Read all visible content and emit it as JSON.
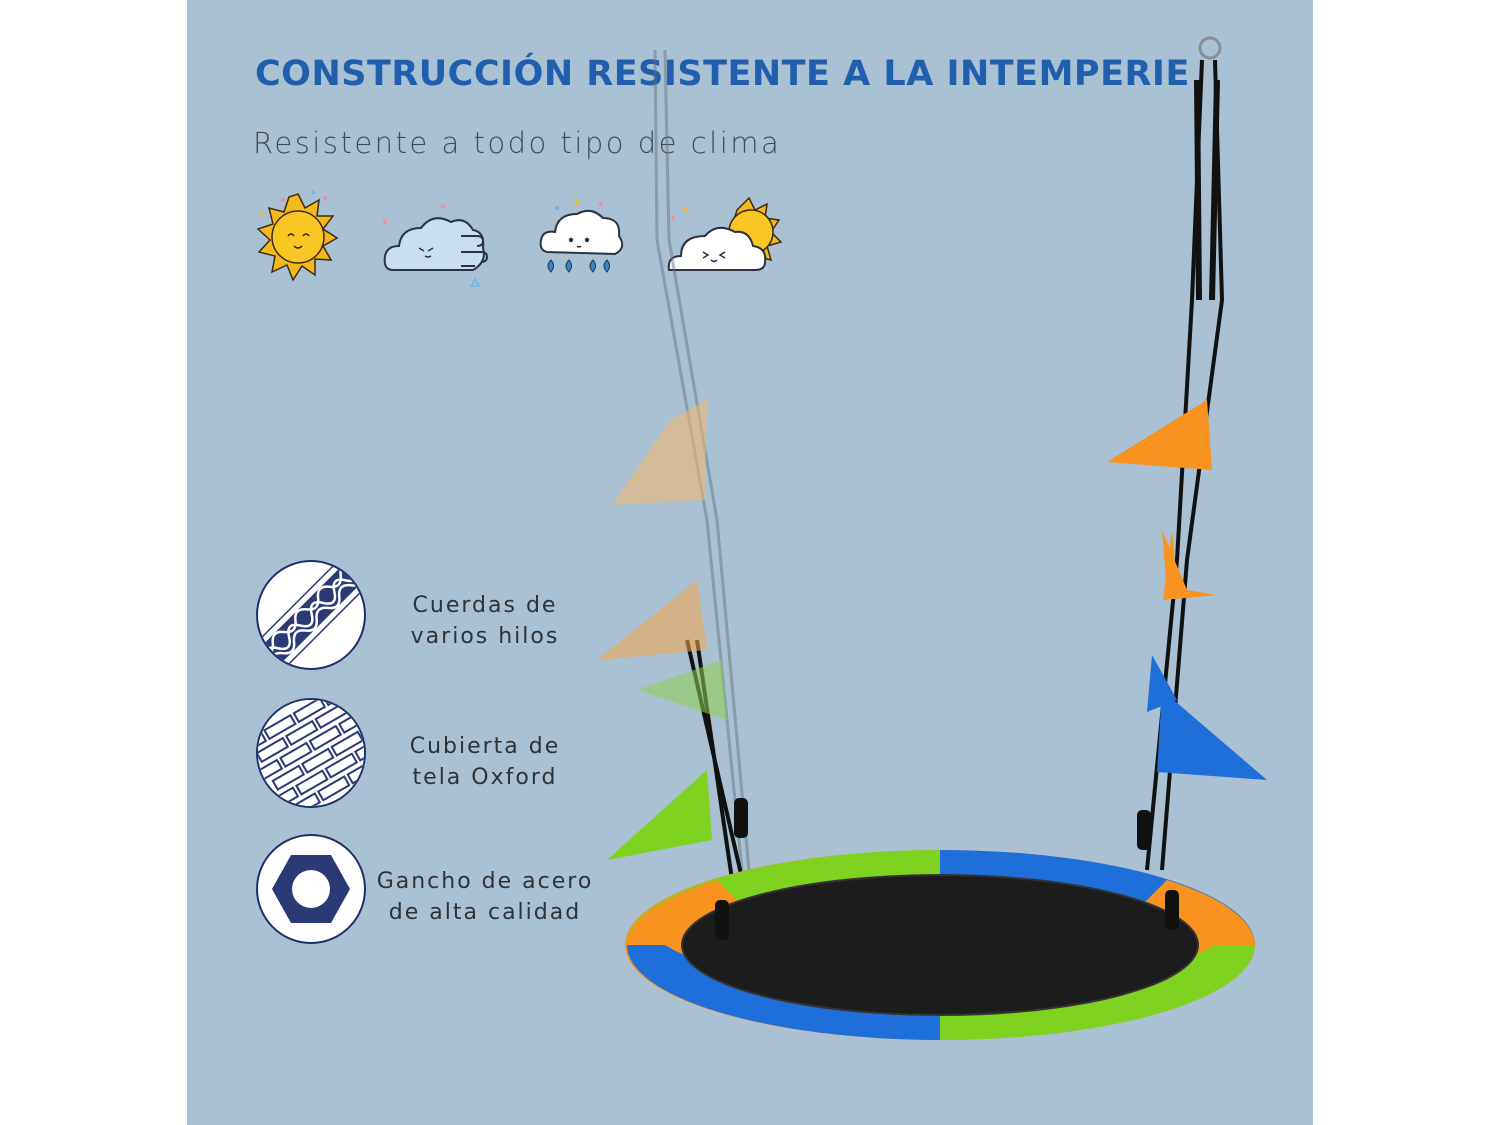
{
  "title": "CONSTRUCCIÓN RESISTENTE A LA INTEMPERIE",
  "subtitle": "Resistente a todo tipo de clima",
  "weather_icons": [
    "sun-icon",
    "wind-cloud-icon",
    "rain-cloud-icon",
    "sun-cloud-icon"
  ],
  "features": [
    {
      "icon": "braided-rope-icon",
      "line1": "Cuerdas de",
      "line2": "varios hilos"
    },
    {
      "icon": "woven-fabric-icon",
      "line1": "Cubierta de",
      "line2": "tela Oxford"
    },
    {
      "icon": "hex-nut-icon",
      "line1": "Gancho de acero",
      "line2": "de alta calidad"
    }
  ],
  "colors": {
    "background": "#a9c1d2",
    "title": "#1f5fae",
    "seat_green": "#7ed321",
    "seat_blue": "#1e6fd9",
    "seat_orange": "#f7931e",
    "seat_center": "#1c1c1c"
  }
}
